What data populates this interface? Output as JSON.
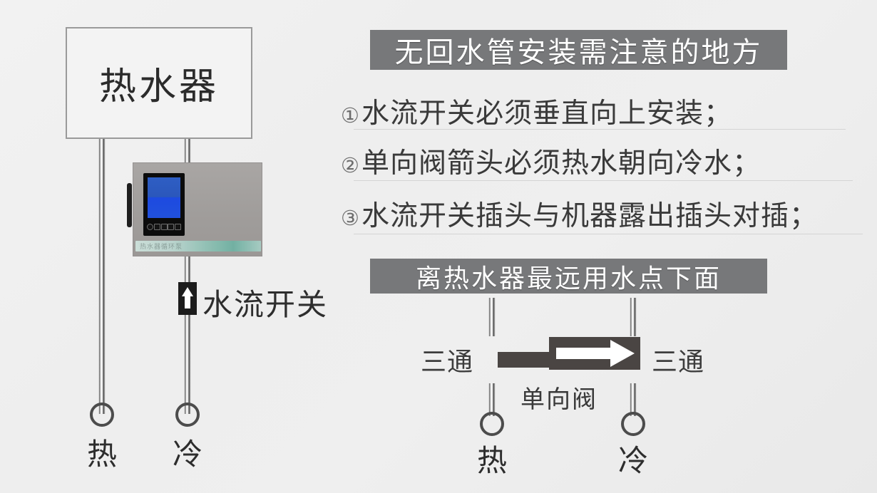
{
  "background_color": "#eeeeee",
  "accent_banner_color": "#77787a",
  "text_color": "#3a3a3a",
  "left_diagram": {
    "heater": {
      "label": "热水器"
    },
    "device": {
      "strip_text": "热水器循环泵",
      "screen_color": "#2151dd"
    },
    "flow_switch": {
      "label": "水流开关",
      "arrow_icon": "up-arrow-icon"
    },
    "outlets": {
      "hot_label": "热",
      "cold_label": "冷"
    }
  },
  "right_panel": {
    "banner_main": "无回水管安装需注意的地方",
    "notes": [
      {
        "num": "①",
        "text": "水流开关必须垂直向上安装；"
      },
      {
        "num": "②",
        "text": "单向阀箭头必须热水朝向冷水；"
      },
      {
        "num": "③",
        "text": "水流开关插头与机器露出插头对插；"
      }
    ],
    "banner_sub": "离热水器最远用水点下面",
    "valve_diagram": {
      "tee_left_label": "三通",
      "tee_right_label": "三通",
      "check_valve_label": "单向阀",
      "arrow_icon": "right-arrow-icon",
      "hot_label": "热",
      "cold_label": "冷"
    }
  }
}
